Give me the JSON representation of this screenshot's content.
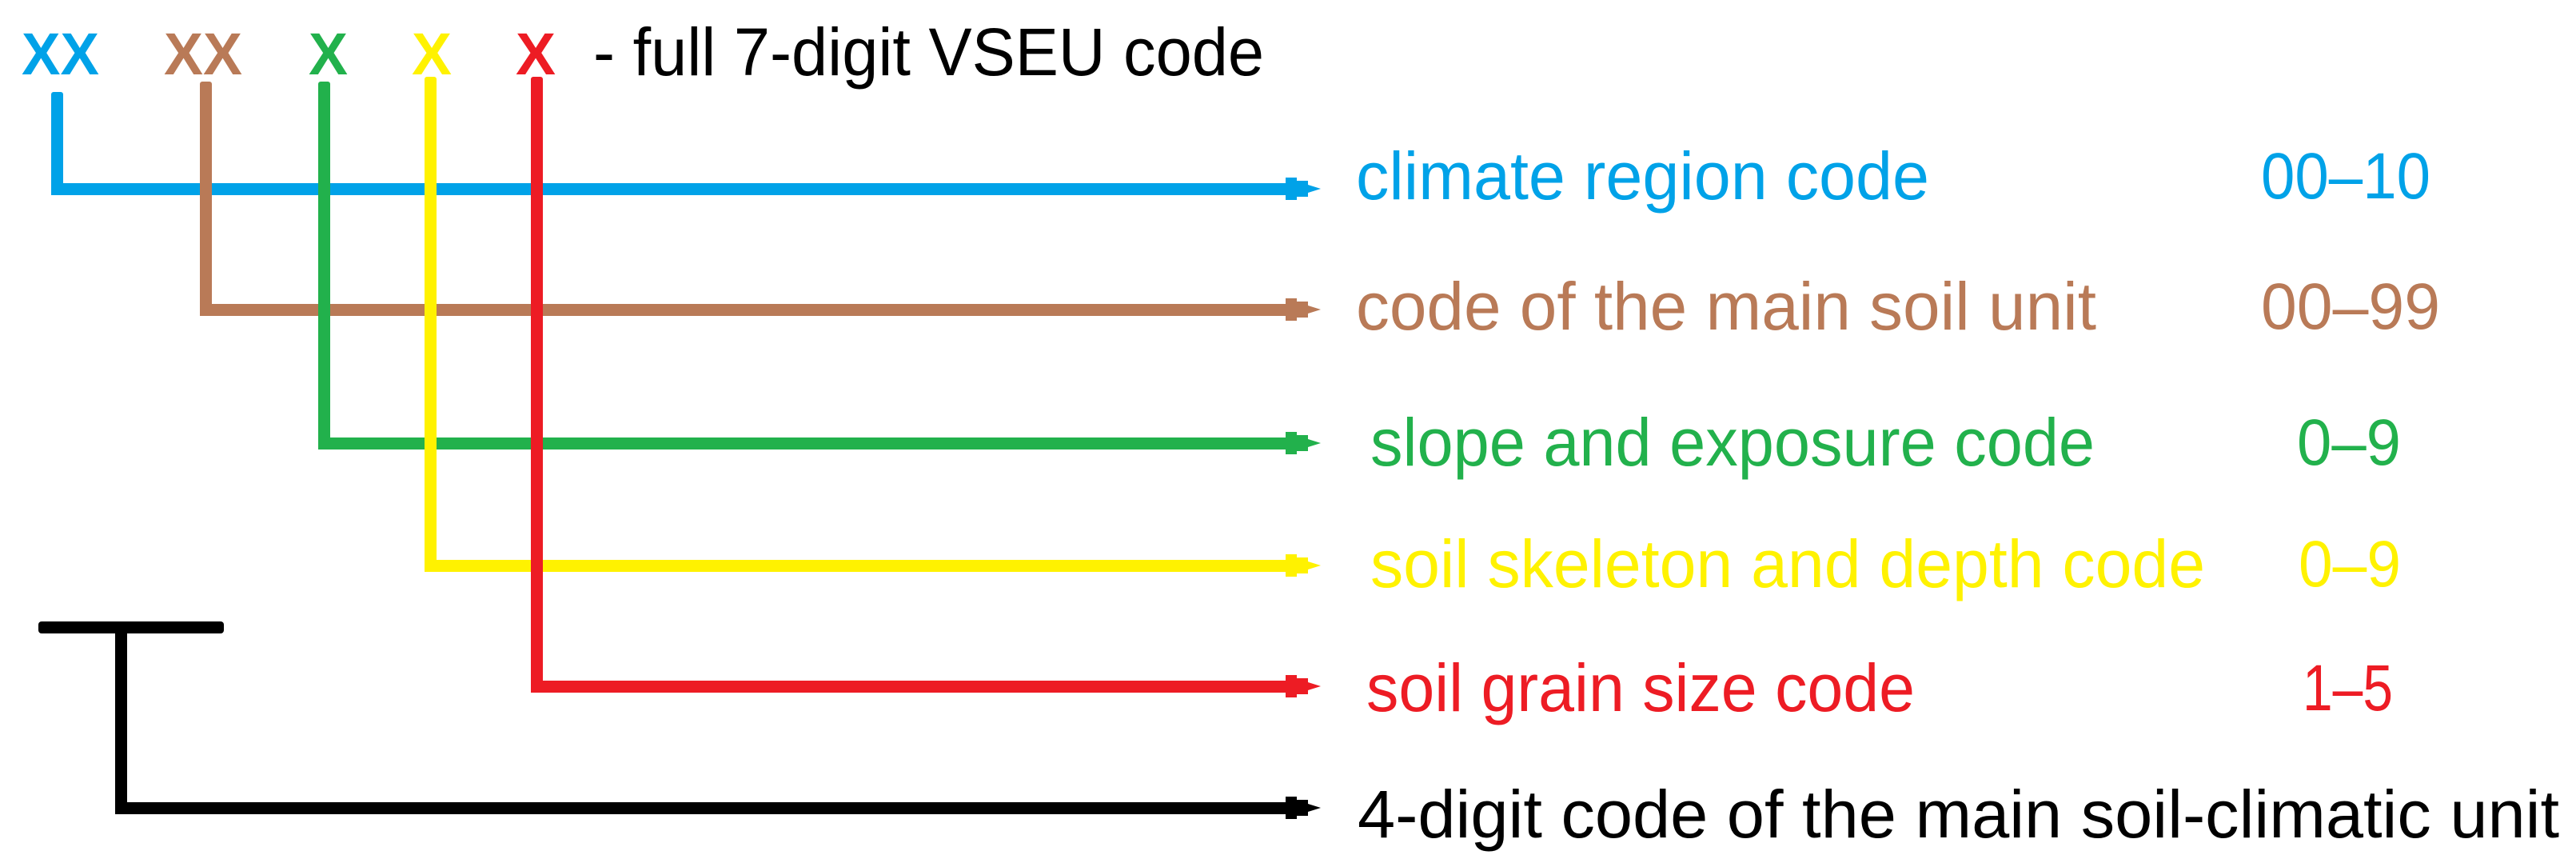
{
  "colors": {
    "climate": "#00A2E8",
    "soil_unit": "#B97A57",
    "slope": "#22B14C",
    "skeleton": "#FFF200",
    "grain": "#ED1C24",
    "main_unit": "#000000"
  },
  "header": {
    "digits": [
      {
        "text": "XX",
        "color_key": "climate"
      },
      {
        "text": "XX",
        "color_key": "soil_unit"
      },
      {
        "text": "X",
        "color_key": "slope"
      },
      {
        "text": "X",
        "color_key": "skeleton"
      },
      {
        "text": "X",
        "color_key": "grain"
      }
    ],
    "title": "- full 7-digit VSEU code"
  },
  "rows": [
    {
      "label": "climate region code",
      "range": "00–10",
      "color_key": "climate"
    },
    {
      "label": "code of the main soil unit",
      "range": "00–99",
      "color_key": "soil_unit"
    },
    {
      "label": "slope and exposure code",
      "range": "0–9",
      "color_key": "slope"
    },
    {
      "label": "soil skeleton and depth code",
      "range": "0–9",
      "color_key": "skeleton"
    },
    {
      "label": "soil grain size code",
      "range": "1–5",
      "color_key": "grain"
    },
    {
      "label": "4-digit code of the main soil-climatic unit",
      "range": "",
      "color_key": "main_unit"
    }
  ]
}
